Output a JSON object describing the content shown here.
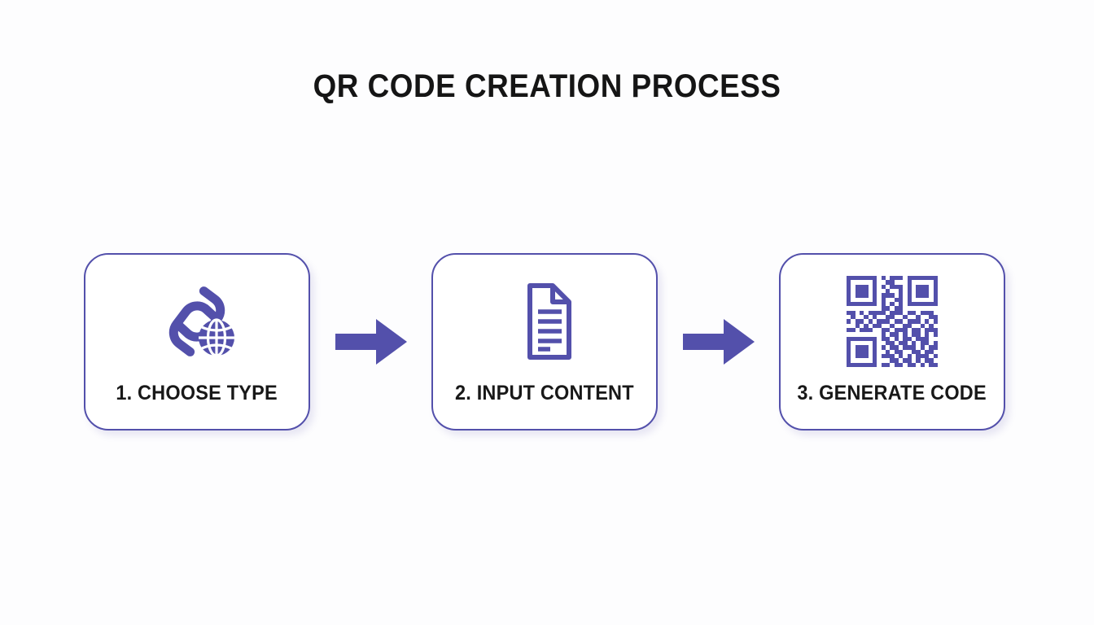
{
  "page": {
    "title": "QR CODE CREATION PROCESS",
    "background_color": "#fdfdfe",
    "accent_color": "#5350ab",
    "text_color": "#181818"
  },
  "flow": {
    "steps": [
      {
        "label": "1. CHOOSE TYPE",
        "icon": "link-globe-icon",
        "icon_color": "#5350ab"
      },
      {
        "label": "2. INPUT CONTENT",
        "icon": "document-lines-icon",
        "icon_color": "#5350ab"
      },
      {
        "label": "3. GENERATE CODE",
        "icon": "qr-code-icon",
        "icon_color": "#5350ab"
      }
    ],
    "connectors": [
      {
        "icon": "arrow-right-icon",
        "color": "#5350ab"
      },
      {
        "icon": "arrow-right-icon",
        "color": "#5350ab"
      }
    ]
  },
  "chart_data": {
    "type": "diagram",
    "title": "QR CODE CREATION PROCESS",
    "layout": "horizontal-flow",
    "nodes": [
      {
        "order": 1,
        "label": "1. CHOOSE TYPE",
        "icon": "link-globe-icon"
      },
      {
        "order": 2,
        "label": "2. INPUT CONTENT",
        "icon": "document-lines-icon"
      },
      {
        "order": 3,
        "label": "3. GENERATE CODE",
        "icon": "qr-code-icon"
      }
    ],
    "edges": [
      {
        "from": "1. CHOOSE TYPE",
        "to": "2. INPUT CONTENT",
        "style": "block-arrow-right"
      },
      {
        "from": "2. INPUT CONTENT",
        "to": "3. GENERATE CODE",
        "style": "block-arrow-right"
      }
    ]
  },
  "qr_matrix": [
    "111111101011101111111",
    "100000100110001000001",
    "101110101011101011101",
    "101110100100101011101",
    "101110101110101011101",
    "100000101001101000001",
    "111111101010101111111",
    "000000001101100000000",
    "110101111011101101110",
    "010010100110010010011",
    "101101011101101110101",
    "001010110010011001010",
    "110111001101110110111",
    "000000001011010110101",
    "111111101101011011100",
    "100000100110110101101",
    "101110101011011101011",
    "101110100101100110110",
    "101110101110101011101",
    "100000100011011010110",
    "111111101101101101011"
  ]
}
